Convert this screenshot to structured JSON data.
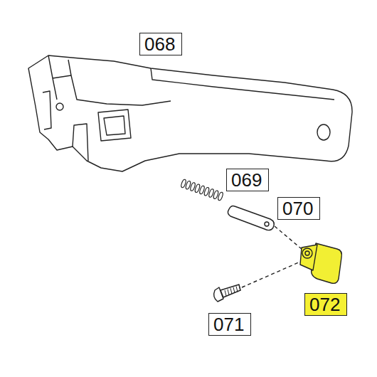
{
  "diagram": {
    "nodes": [
      {
        "text": [
          "068"
        ]
      },
      {
        "text": [
          "069"
        ]
      },
      {
        "text": [
          "070"
        ]
      },
      {
        "text": [
          "071"
        ]
      },
      {
        "text": [
          "072"
        ]
      }
    ]
  }
}
